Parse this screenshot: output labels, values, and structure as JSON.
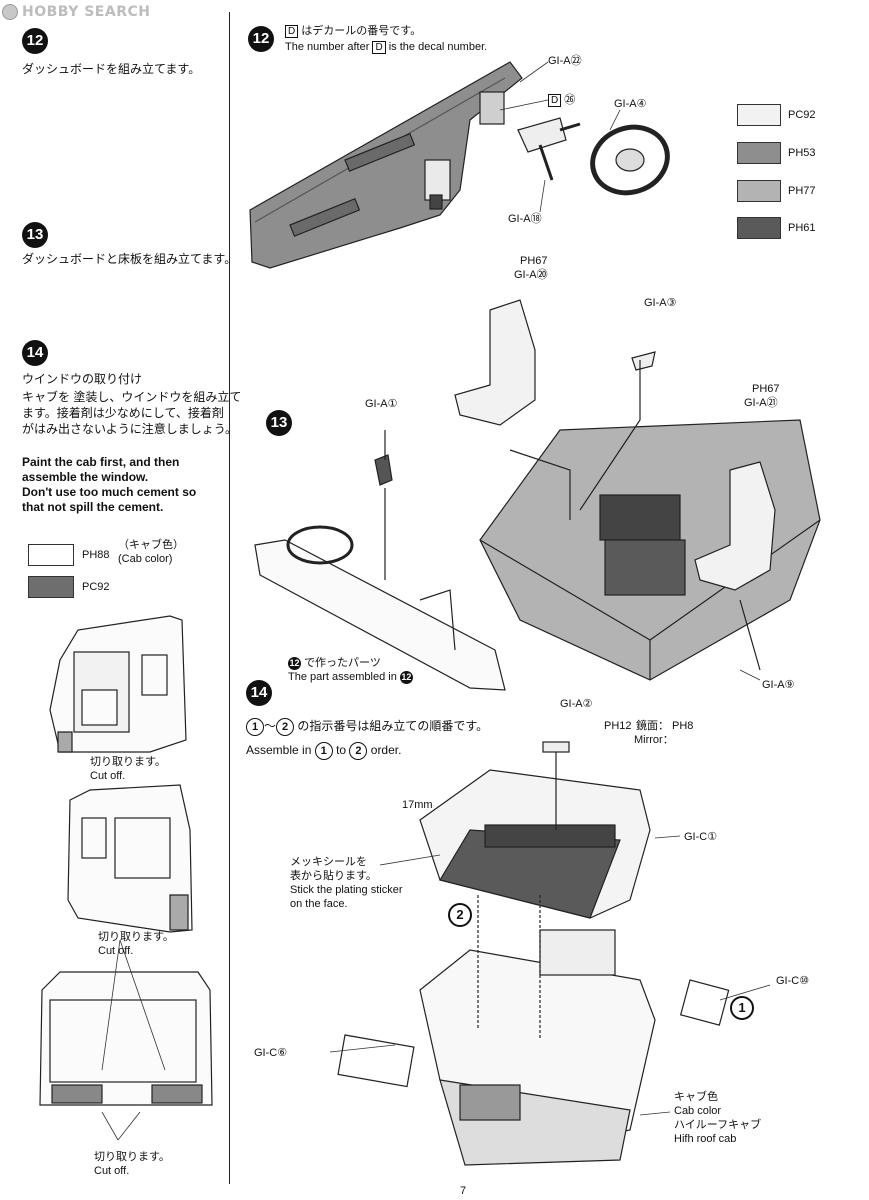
{
  "watermark": {
    "text": "HOBBY SEARCH",
    "icon": "watermark-logo-icon"
  },
  "left": {
    "step12": {
      "num": "12",
      "jp": "ダッシュボードを組み立てます。"
    },
    "step13": {
      "num": "13",
      "jp": "ダッシュボードと床板を組み立てます。"
    },
    "step14": {
      "num": "14",
      "jp_title": "ウインドウの取り付け",
      "jp_l1": "キャブを 塗装し、ウインドウを組み立て",
      "jp_l2": "ます。接着剤は少なめにして、接着剤",
      "jp_l3": "がはみ出さないように注意しましょう。",
      "en_l1": "Paint the cab first, and then",
      "en_l2": "assemble the window.",
      "en_l3": "Don't use too much cement so",
      "en_l4": "that not spill the cement."
    },
    "legend": [
      {
        "code": "PH88",
        "jp": "（キャブ色）",
        "en": "(Cab color)",
        "color": "#ffffff"
      },
      {
        "code": "PC92",
        "color": "#6e6e6e"
      }
    ],
    "cutoff1_jp": "切り取ります。",
    "cutoff1_en": "Cut off.",
    "cutoff2_jp": "切り取ります。",
    "cutoff2_en": "Cut off.",
    "cutoff3_jp": "切り取ります。",
    "cutoff3_en": "Cut off."
  },
  "right": {
    "step12_num": "12",
    "decal_jp": "はデカールの番号です。",
    "decal_en_a": "The number after",
    "decal_en_b": "is the decal number.",
    "decal_letter": "D",
    "colors": [
      {
        "code": "PC92",
        "hex": "#f2f2f2"
      },
      {
        "code": "PH53",
        "hex": "#8e8e8e"
      },
      {
        "code": "PH77",
        "hex": "#b3b3b3"
      },
      {
        "code": "PH61",
        "hex": "#5a5a5a"
      }
    ],
    "labels12": {
      "gia22": "GI-A㉒",
      "d26": "㉖",
      "gia4": "GI-A④",
      "gia18": "GI-A⑱"
    },
    "step13_num": "13",
    "labels13": {
      "ph67a": "PH67",
      "gia20": "GI-A⑳",
      "gia3": "GI-A③",
      "ph67b": "PH67",
      "gia21": "GI-A㉑",
      "gia1": "GI-A①",
      "gia9": "GI-A⑨",
      "made_jp": "で作ったパーツ",
      "made_en": "The part assembled in",
      "ref12a": "12",
      "ref12b": "12"
    },
    "step14_num": "14",
    "order_jp": "の指示番号は組み立ての順番です。",
    "order_en_a": "Assemble in",
    "order_en_b": "to",
    "order_en_c": "order.",
    "order_tilde": "～",
    "labels14": {
      "gia2": "GI-A②",
      "ph12": "PH12",
      "mirror_jp": "鏡面：",
      "ph8": "PH8",
      "mirror_en": "Mirror：",
      "mm17": "17mm",
      "gic1": "GI-C①",
      "sticker_jp1": "メッキシールを",
      "sticker_jp2": "表から貼ります。",
      "sticker_en1": "Stick the plating sticker",
      "sticker_en2": "on the face.",
      "order2": "2",
      "order1": "1",
      "gic10": "GI-C⑩",
      "gic6": "GI-C⑥",
      "cab_jp": "キャブ色",
      "cab_en": "Cab color",
      "roof_jp": "ハイルーフキャブ",
      "roof_en": "Hifh roof cab"
    },
    "page_number": "7"
  }
}
